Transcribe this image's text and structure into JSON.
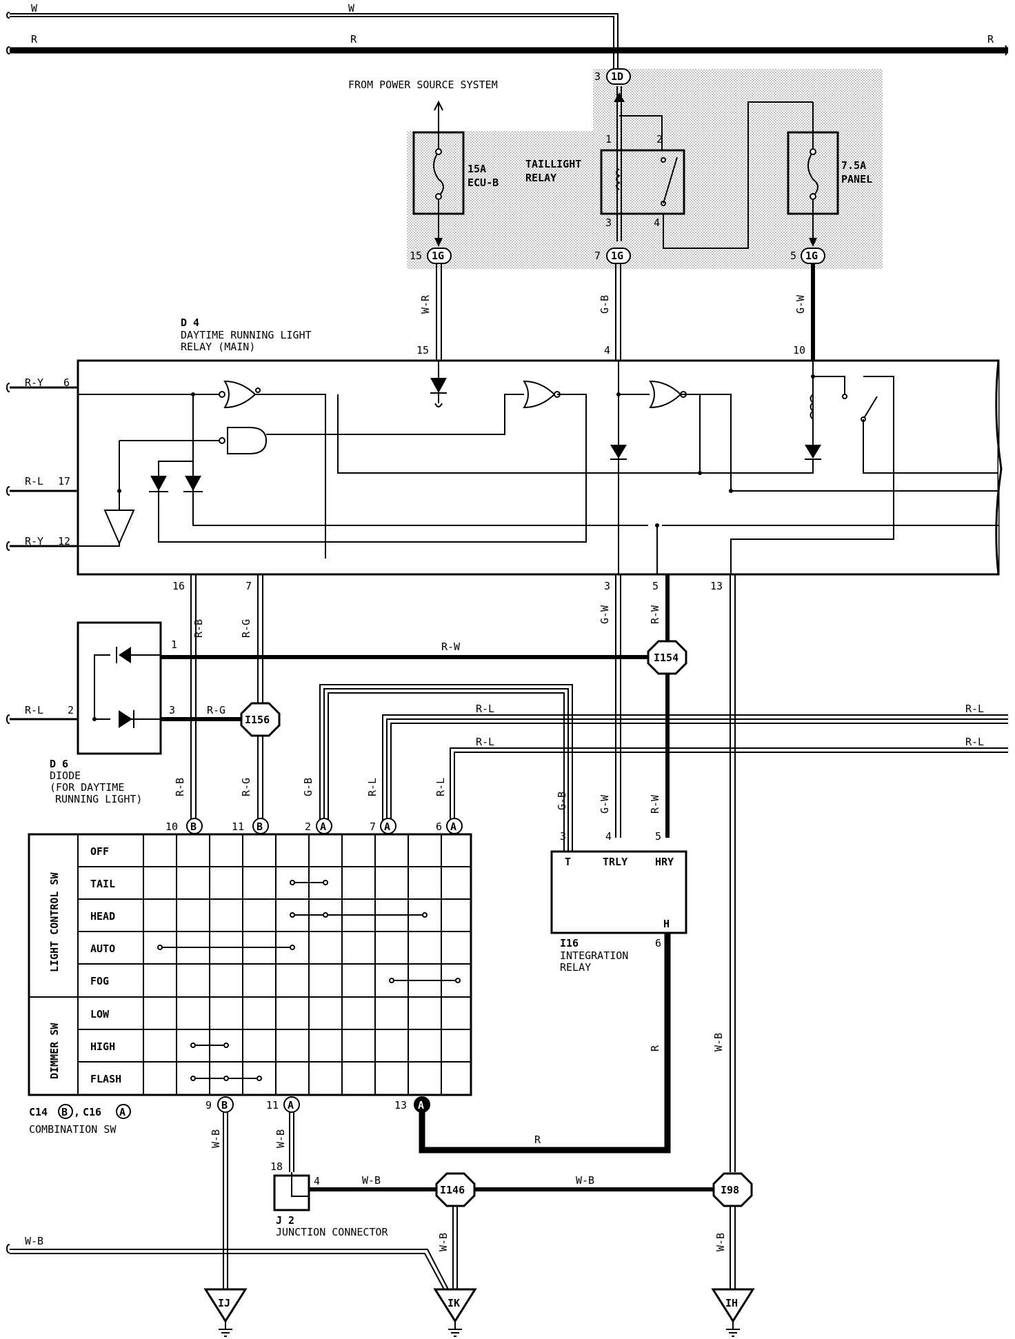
{
  "wires": {
    "top_w_left": "W",
    "top_w_mid": "W",
    "top_r_left": "R",
    "top_r_mid": "R",
    "top_r_right": "R",
    "w_r": "W-R",
    "g_b": "G-B",
    "g_w": "G-W",
    "r_y": "R-Y",
    "r_l": "R-L",
    "r_b": "R-B",
    "r_g": "R-G",
    "r_w": "R-W",
    "w_b": "W-B",
    "r": "R"
  },
  "power": {
    "source_label": "FROM POWER SOURCE SYSTEM"
  },
  "fuses": [
    {
      "rating": "15A",
      "name": "ECU-B"
    },
    {
      "rating": "7.5A",
      "name": "PANEL"
    }
  ],
  "taillight_relay": {
    "line1": "TAILLIGHT",
    "line2": "RELAY"
  },
  "connectors": {
    "c_1d": "1D",
    "c_1g": "1G",
    "c_i154": "I154",
    "c_i156": "I156",
    "c_i146": "I146",
    "c_i98": "I98",
    "c_ij": "IJ",
    "c_ik": "IK",
    "c_ih": "IH",
    "c_b": "B",
    "c_a": "A"
  },
  "pins": {
    "p1": "1",
    "p2": "2",
    "p3": "3",
    "p4": "4",
    "p5": "5",
    "p6": "6",
    "p7": "7",
    "p9": "9",
    "p10": "10",
    "p11": "11",
    "p12": "12",
    "p13": "13",
    "p15": "15",
    "p16": "16",
    "p17": "17",
    "p18": "18"
  },
  "d4": {
    "id": "D 4",
    "line1": "DAYTIME RUNNING LIGHT",
    "line2": "RELAY (MAIN)"
  },
  "d6": {
    "id": "D 6",
    "line1": "DIODE",
    "line2": "(FOR DAYTIME",
    "line3": "RUNNING LIGHT)"
  },
  "i16": {
    "id": "I16",
    "line1": "INTEGRATION",
    "line2": "RELAY",
    "t": "T",
    "trly": "TRLY",
    "hry": "HRY",
    "h": "H"
  },
  "j2": {
    "id": "J 2",
    "name": "JUNCTION CONNECTOR"
  },
  "combination_sw": {
    "ids_c14": "C14",
    "ids_sep": ",",
    "ids_c16": "C16",
    "name": "COMBINATION SW",
    "light_control_label": "LIGHT CONTROL SW",
    "dimmer_label": "DIMMER SW",
    "rows": [
      "OFF",
      "TAIL",
      "HEAD",
      "AUTO",
      "FOG",
      "LOW",
      "HIGH",
      "FLASH"
    ]
  }
}
